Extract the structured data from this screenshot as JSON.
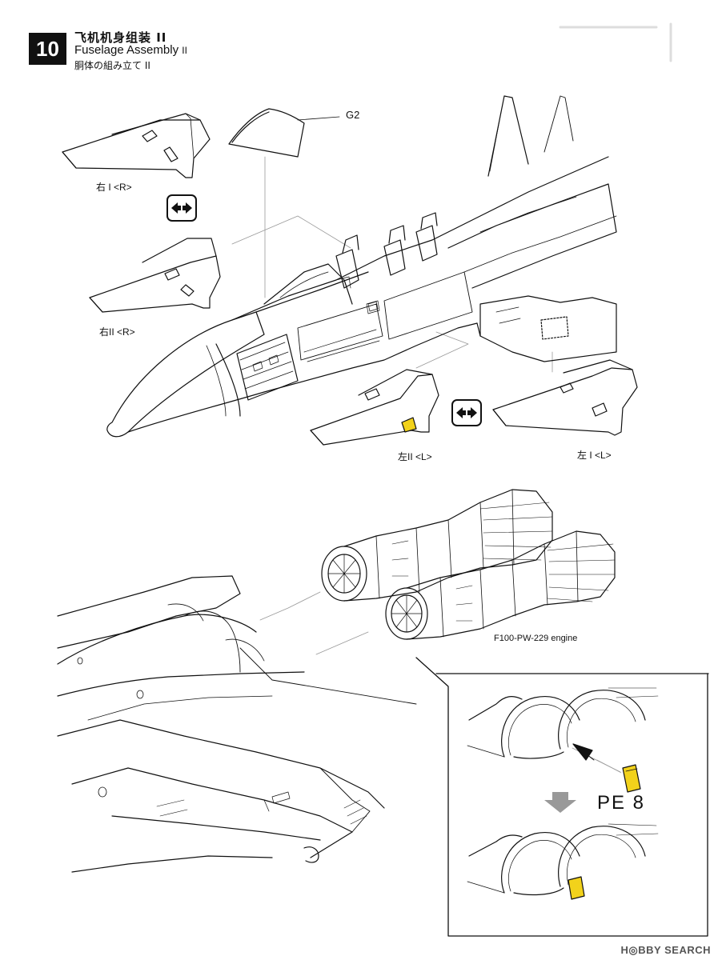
{
  "step": {
    "number": "10",
    "title_cn": "飞机机身组装 II",
    "title_en": "Fuselage Assembly",
    "title_en_suffix": "II",
    "title_jp": "胴体の組み立て II"
  },
  "parts": {
    "canopy_label": "G2",
    "panel_right_1": "右 I <R>",
    "panel_right_2": "右II <R>",
    "panel_left_2": "左II <L>",
    "panel_left_1": "左 I <L>",
    "engine_label": "F100-PW-229 engine",
    "pe_label": "PE 8"
  },
  "icons": {
    "swap": "swap-arrows-icon",
    "down": "down-arrow-icon"
  },
  "colors": {
    "accent_pe": "#f2d21b",
    "line": "#111111",
    "thin_line": "#9a9a9a"
  },
  "watermark": "H◎BBY SEARCH"
}
